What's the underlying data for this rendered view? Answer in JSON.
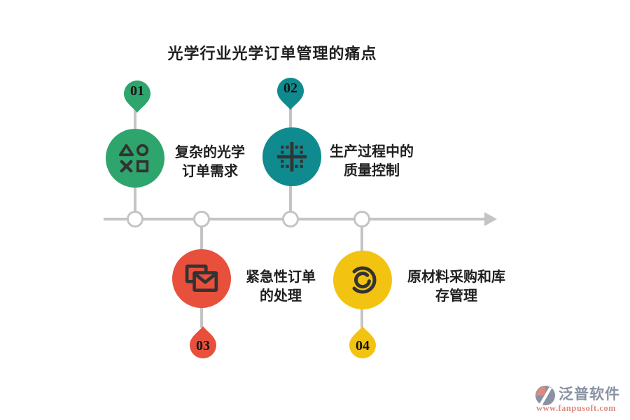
{
  "title": "光学行业光学订单管理的痛点",
  "colors": {
    "green": "#2EA56C",
    "teal": "#0F8A8E",
    "red": "#E8503C",
    "yellow": "#F3C312",
    "line_gray": "#C4C4C4",
    "icon_dark": "#333333",
    "text_dark": "#1F1F1F",
    "watermark_blue_gray": "#8A92A2",
    "watermark_salmon": "#DD8A80"
  },
  "nodes": [
    {
      "number": "01",
      "label_line1": "复杂的光学",
      "label_line2": "订单需求",
      "color": "#2EA56C",
      "icon": "game-shapes-icon",
      "side": "top"
    },
    {
      "number": "02",
      "label_line1": "生产过程中的",
      "label_line2": "质量控制",
      "color": "#0F8A8E",
      "icon": "cross-dots-icon",
      "side": "top"
    },
    {
      "number": "03",
      "label_line1": "紧急性订单",
      "label_line2": "的处理",
      "color": "#E8503C",
      "icon": "mail-icon",
      "side": "bottom"
    },
    {
      "number": "04",
      "label_line1": "原材料采购和库",
      "label_line2": "存管理",
      "color": "#F3C312",
      "icon": "spiral-icon",
      "side": "bottom"
    }
  ],
  "watermark": {
    "brand": "泛普软件",
    "url": "www.fanpusoft.com"
  }
}
